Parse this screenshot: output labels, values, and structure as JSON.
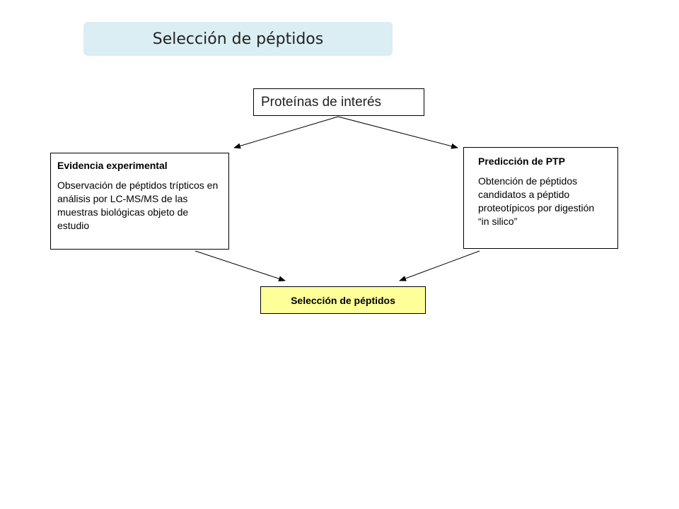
{
  "title": "Selección de péptidos",
  "nodes": {
    "top": {
      "label": "Proteínas de interés"
    },
    "left": {
      "heading": "Evidencia experimental",
      "text": "Observación de péptidos trípticos en análisis por LC-MS/MS de las muestras biológicas objeto de estudio"
    },
    "right": {
      "heading": "Predicción de PTP",
      "text": "Obtención de péptidos candidatos a péptido proteotípicos por digestión “in silico”"
    },
    "bottom": {
      "label": "Selección de péptidos"
    }
  },
  "edges": [
    {
      "from": "top",
      "to": "left"
    },
    {
      "from": "top",
      "to": "right"
    },
    {
      "from": "left",
      "to": "bottom"
    },
    {
      "from": "right",
      "to": "bottom"
    }
  ],
  "colors": {
    "banner": "#daeef3",
    "result_box": "#ffff99",
    "stroke": "#000000"
  }
}
